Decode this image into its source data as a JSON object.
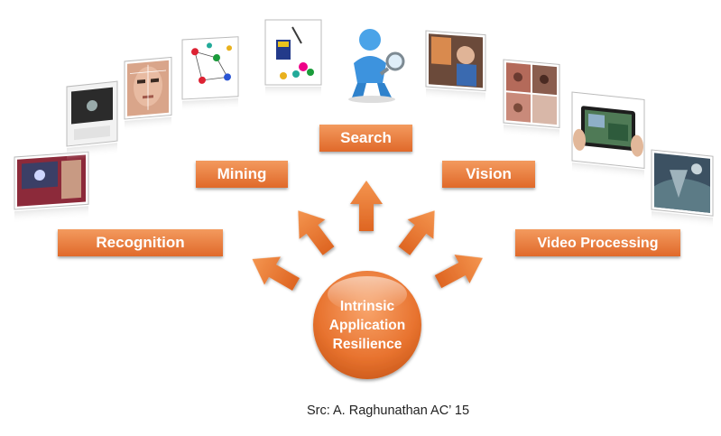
{
  "labels": {
    "search": "Search",
    "mining": "Mining",
    "vision": "Vision",
    "recognition": "Recognition",
    "video_processing": "Video Processing"
  },
  "hub": {
    "line1": "Intrinsic",
    "line2": "Application",
    "line3": "Resilience"
  },
  "source": "Src:  A. Raghunathan AC’ 15",
  "colors": {
    "accent": "#e8732f",
    "accent_light": "#f39a5e"
  },
  "thumbnails": [
    "desktop-screen-image",
    "white-device-image",
    "face-recognition-image",
    "social-network-graph-image",
    "data-mining-image",
    "search-figure-magnifier-image",
    "person-photo-image",
    "face-collage-image",
    "tablet-video-image",
    "surveillance-scene-image"
  ]
}
